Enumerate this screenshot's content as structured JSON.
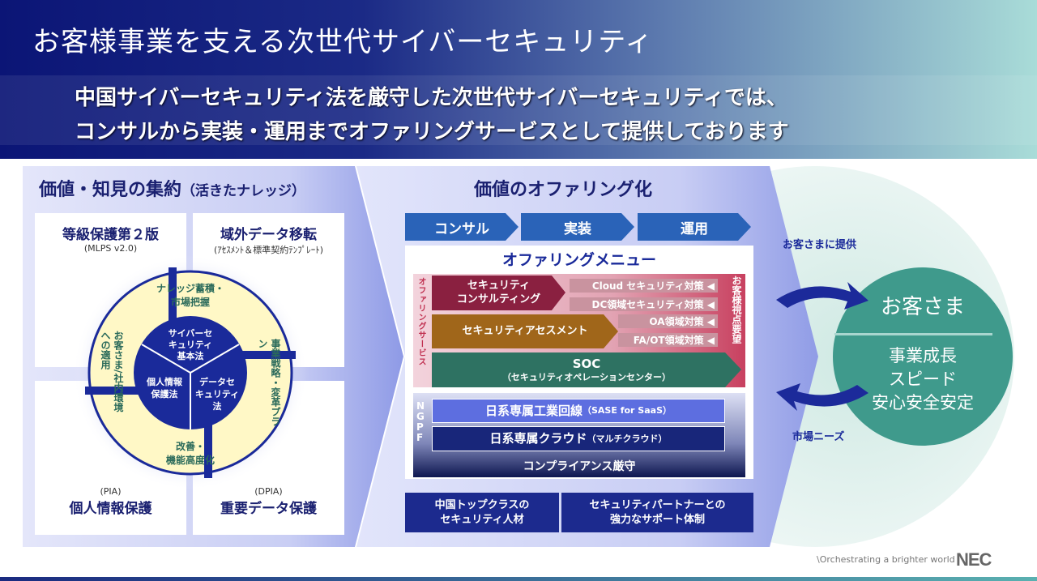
{
  "header": {
    "title": "お客様事業を支える次世代サイバーセキュリティ",
    "subtitle_line1": "中国サイバーセキュリティ法を厳守した次世代サイバーセキュリティでは、",
    "subtitle_line2": "コンサルから実装・運用までオファリングサービスとして提供しております"
  },
  "left": {
    "title": "価値・知見の集約",
    "title_note": "（活きたナレッジ）",
    "quadrants": [
      {
        "title": "等級保護第２版",
        "sub": "(MLPS v2.0)"
      },
      {
        "title": "域外データ移転",
        "sub": "(ｱｾｽﾒﾝﾄ＆標準契約ﾃﾝﾌﾟﾚｰﾄ)"
      },
      {
        "title": "個人情報保護",
        "sub": "(PIA)"
      },
      {
        "title": "重要データ保護",
        "sub": "(DPIA)"
      }
    ],
    "cycle": [
      "ナレッジ蓄積・",
      "市場把握",
      "事業戦略・",
      "変革プラン",
      "改善・",
      "機能高度化",
      "お客さま/社内",
      "環境への適用"
    ],
    "laws": [
      "サイバーセ",
      "キュリティ",
      "基本法",
      "個人情報",
      "保護法",
      "データセ",
      "キュリティ",
      "法"
    ]
  },
  "middle": {
    "title": "価値のオファリング化",
    "steps": [
      "コンサル",
      "実装",
      "運用"
    ],
    "menu_title": "オファリングメニュー",
    "service_label": "オファリングサービス",
    "consulting": [
      "セキュリティ",
      "コンサルティング"
    ],
    "assessment": "セキュリティアセスメント",
    "soc": "SOC",
    "soc_sub": "（セキュリティオペレーションセンター）",
    "tags": [
      "Cloud セキュリティ対策 ◀",
      "DC領域セキュリティ対策 ◀",
      "OA領域対策 ◀",
      "FA/OT領域対策 ◀"
    ],
    "customer_view": "お客様視点要望",
    "ngpf": "NGPF",
    "line1": "日系専属工業回線",
    "line1_sub": "（SASE for SaaS）",
    "line2": "日系専属クラウド",
    "line2_sub": "（マルチクラウド）",
    "compliance": "コンプライアンス厳守",
    "footer": [
      [
        "中国トップクラスの",
        "セキュリティ人材"
      ],
      [
        "セキュリティパートナーとの",
        "強力なサポート体制"
      ]
    ]
  },
  "right": {
    "provide": "お客さまに提供",
    "needs": "市場ニーズ",
    "customer": "お客さま",
    "values": [
      "事業成長",
      "スピード",
      "安心安全安定"
    ]
  },
  "footer": {
    "tagline": "\\Orchestrating a brighter world",
    "logo": "NEC"
  },
  "colors": {
    "navy": "#1a2070",
    "consult": "#8a2040",
    "assess": "#a0661a",
    "soc": "#2e7262",
    "teal": "#3f9a8c"
  }
}
